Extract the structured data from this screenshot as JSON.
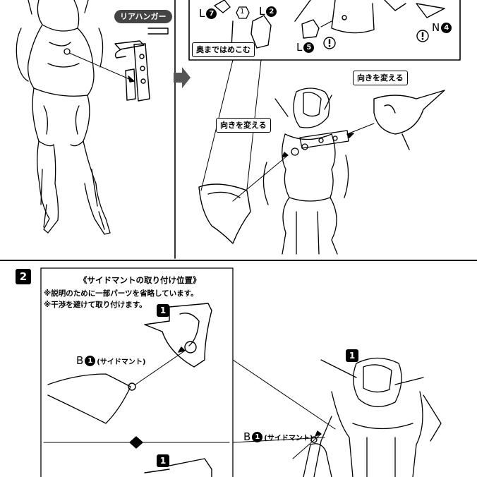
{
  "step1": {
    "rear_hanger_label": "リアハンガー",
    "push_deep_label": "奥まではめこむ",
    "change_direction_1": "向きを変える",
    "change_direction_2": "向きを変える",
    "part_L7": {
      "letter": "L",
      "num": "7"
    },
    "part_L2": {
      "letter": "L",
      "num": "2"
    },
    "part_L5": {
      "letter": "L",
      "num": "5"
    },
    "part_N4": {
      "letter": "N",
      "num": "4"
    },
    "subpart_num": "1"
  },
  "step2": {
    "step_number": "2",
    "panel_title": "《サイドマントの取り付け位置》",
    "note_1": "※説明のために一部パーツを省略しています。",
    "note_2": "※干渉を避けて取り付けます。",
    "badge_1": "1",
    "badge_2": "1",
    "badge_3": "1",
    "part_B1_a": {
      "letter": "B",
      "num": "1",
      "name": "(サイドマント)"
    },
    "part_B1_b": {
      "letter": "B",
      "num": "1",
      "name": "(サイドマント)"
    }
  }
}
